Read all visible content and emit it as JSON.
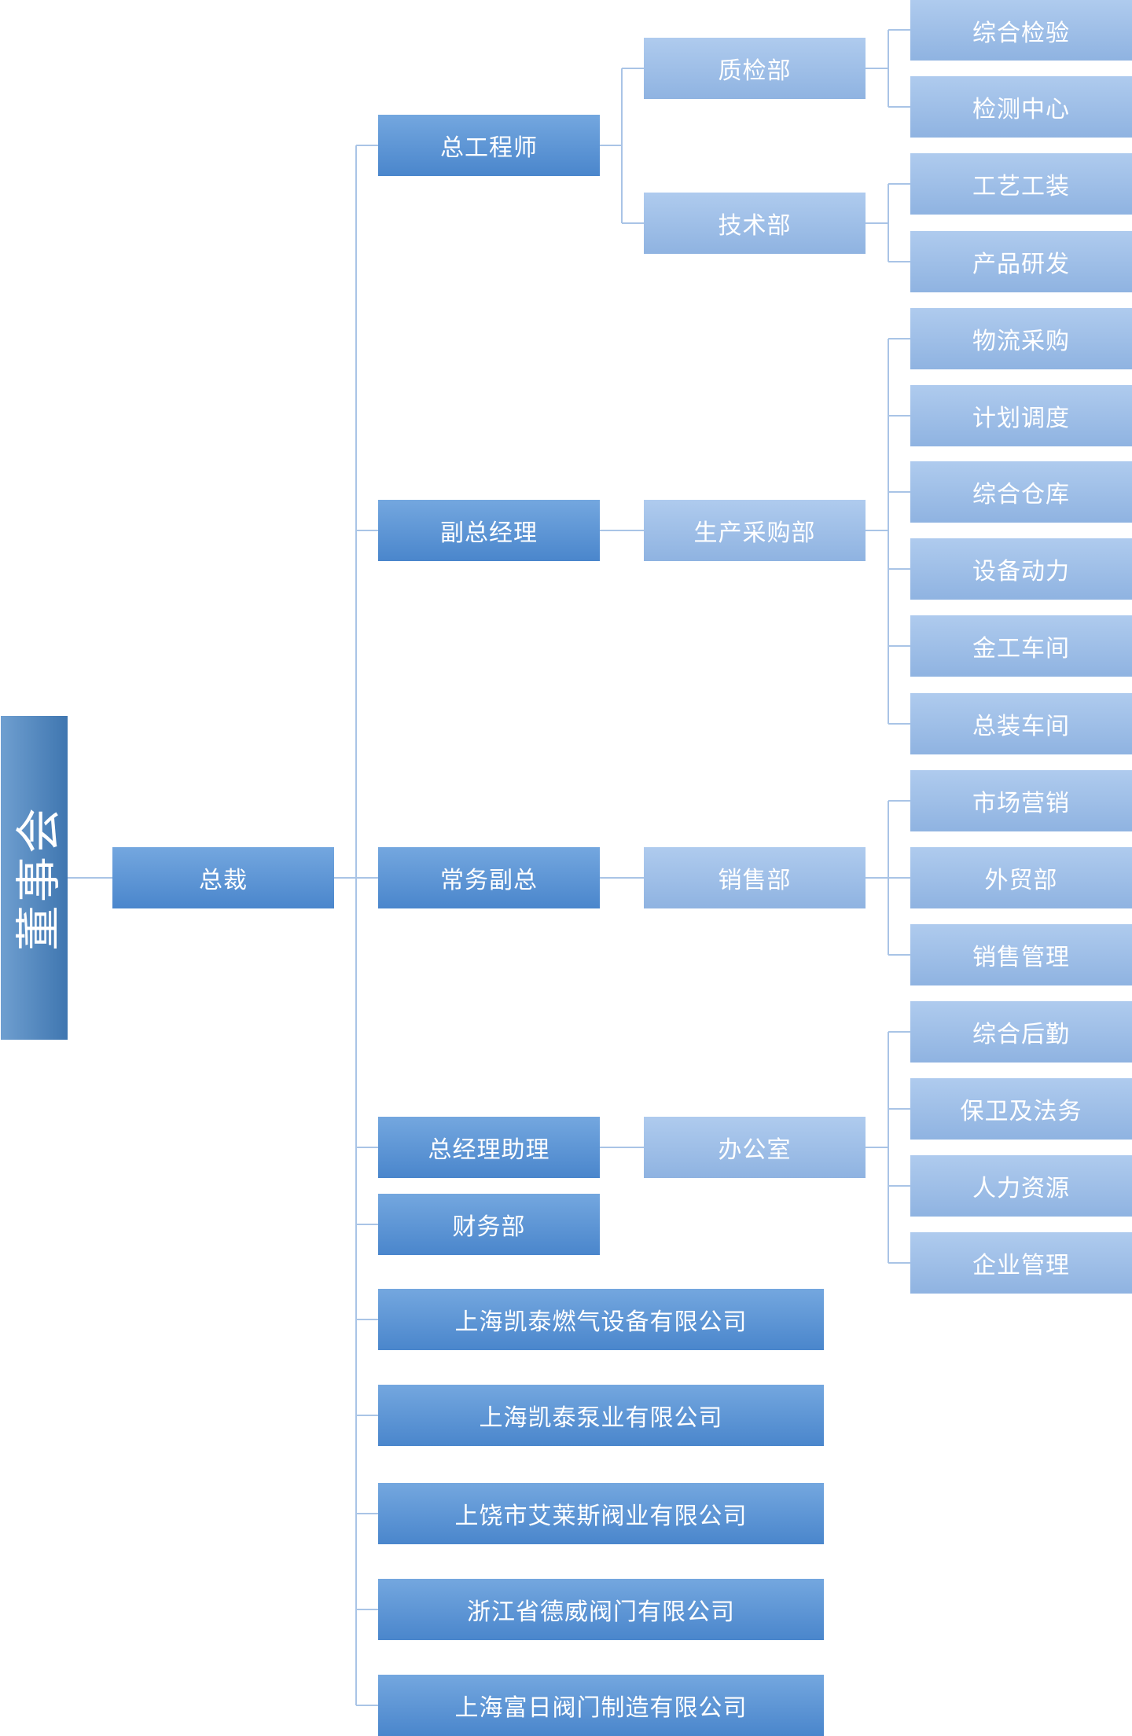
{
  "board": "董事会",
  "president": "总裁",
  "l2": {
    "chief_engineer": "总工程师",
    "deputy_gm": "副总经理",
    "exec_deputy": "常务副总",
    "gm_assistant": "总经理助理",
    "finance": "财务部",
    "subsidiaries": [
      "上海凯泰燃气设备有限公司",
      "上海凯泰泵业有限公司",
      "上饶市艾莱斯阀业有限公司",
      "浙江省德威阀门有限公司",
      "上海富日阀门制造有限公司"
    ]
  },
  "l3": {
    "qc": "质检部",
    "tech": "技术部",
    "production": "生产采购部",
    "sales": "销售部",
    "office": "办公室"
  },
  "l4": {
    "qc": [
      "综合检验",
      "检测中心"
    ],
    "tech": [
      "工艺工装",
      "产品研发"
    ],
    "production": [
      "物流采购",
      "计划调度",
      "综合仓库",
      "设备动力",
      "金工车间",
      "总装车间"
    ],
    "sales": [
      "市场营销",
      "外贸部",
      "销售管理"
    ],
    "office": [
      "综合后勤",
      "保卫及法务",
      "人力资源",
      "企业管理"
    ]
  }
}
